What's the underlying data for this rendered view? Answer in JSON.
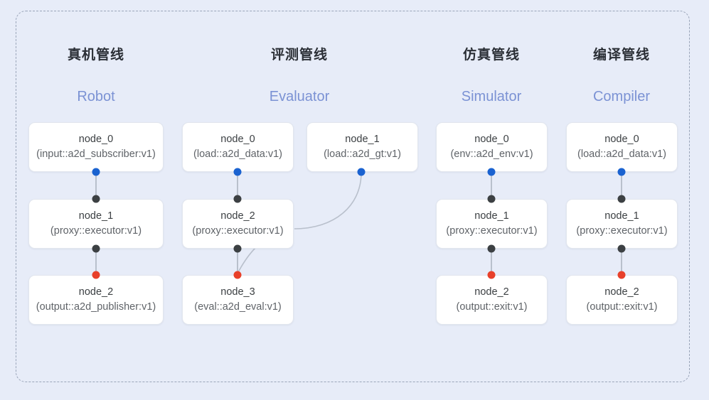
{
  "diagram": {
    "background_color": "#e7ecf8",
    "frame_border_color": "#9aa5b9",
    "accent_colors": {
      "input_dot": "#1a62d0",
      "middle_dot": "#3c4043",
      "output_dot": "#e8402a",
      "subtitle": "#7b92d4",
      "edge": "#b9c0cc"
    }
  },
  "columns": [
    {
      "id": "robot",
      "title": "真机管线",
      "subtitle": "Robot",
      "nodes": [
        {
          "name": "node_0",
          "spec": "(input::a2d_subscriber:v1)"
        },
        {
          "name": "node_1",
          "spec": "(proxy::executor:v1)"
        },
        {
          "name": "node_2",
          "spec": "(output::a2d_publisher:v1)"
        }
      ]
    },
    {
      "id": "evaluator",
      "title": "评测管线",
      "subtitle": "Evaluator",
      "nodes": [
        {
          "name": "node_0",
          "spec": "(load::a2d_data:v1)"
        },
        {
          "name": "node_2",
          "spec": "(proxy::executor:v1)"
        },
        {
          "name": "node_3",
          "spec": "(eval::a2d_eval:v1)"
        }
      ],
      "side_nodes": [
        {
          "name": "node_1",
          "spec": "(load::a2d_gt:v1)"
        }
      ]
    },
    {
      "id": "simulator",
      "title": "仿真管线",
      "subtitle": "Simulator",
      "nodes": [
        {
          "name": "node_0",
          "spec": "(env::a2d_env:v1)"
        },
        {
          "name": "node_1",
          "spec": "(proxy::executor:v1)"
        },
        {
          "name": "node_2",
          "spec": "(output::exit:v1)"
        }
      ]
    },
    {
      "id": "compiler",
      "title": "编译管线",
      "subtitle": "Compiler",
      "nodes": [
        {
          "name": "node_0",
          "spec": "(load::a2d_data:v1)"
        },
        {
          "name": "node_1",
          "spec": "(proxy::executor:v1)"
        },
        {
          "name": "node_2",
          "spec": "(output::exit:v1)"
        }
      ]
    }
  ]
}
